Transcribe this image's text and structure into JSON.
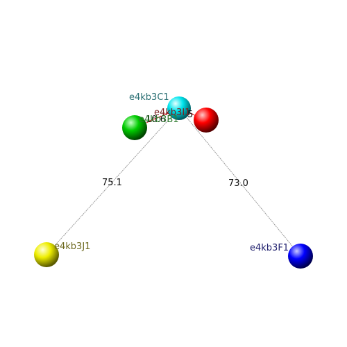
{
  "atoms": [
    {
      "id": "a1",
      "label": "e4kb3C1",
      "color": "#00e5ee",
      "label_color": "#2a6f73"
    },
    {
      "id": "a2",
      "label": "e4kb3B1",
      "color": "#00cc00",
      "label_color": "#2f7a2f"
    },
    {
      "id": "a3",
      "label": "e4kb3I1",
      "color": "#ff0000",
      "label_color": "#7a2020"
    },
    {
      "id": "a4",
      "label": "e4kb3J1",
      "color": "#eeee00",
      "label_color": "#6e6a20"
    },
    {
      "id": "a5",
      "label": "e4kb3F1",
      "color": "#0000ff",
      "label_color": "#20206e"
    }
  ],
  "distances": [
    {
      "from": "a1",
      "to": "a4",
      "value": "75.1",
      "color": "#9a9a9a"
    },
    {
      "from": "a1",
      "to": "a5",
      "value": "73.0",
      "color": "#9a9a9a"
    },
    {
      "from": "a1",
      "to": "a2",
      "value": "10.6",
      "color": "#cc2222"
    },
    {
      "from": "a1",
      "to": "a3",
      "value": "5",
      "color": "#cc2222"
    }
  ]
}
